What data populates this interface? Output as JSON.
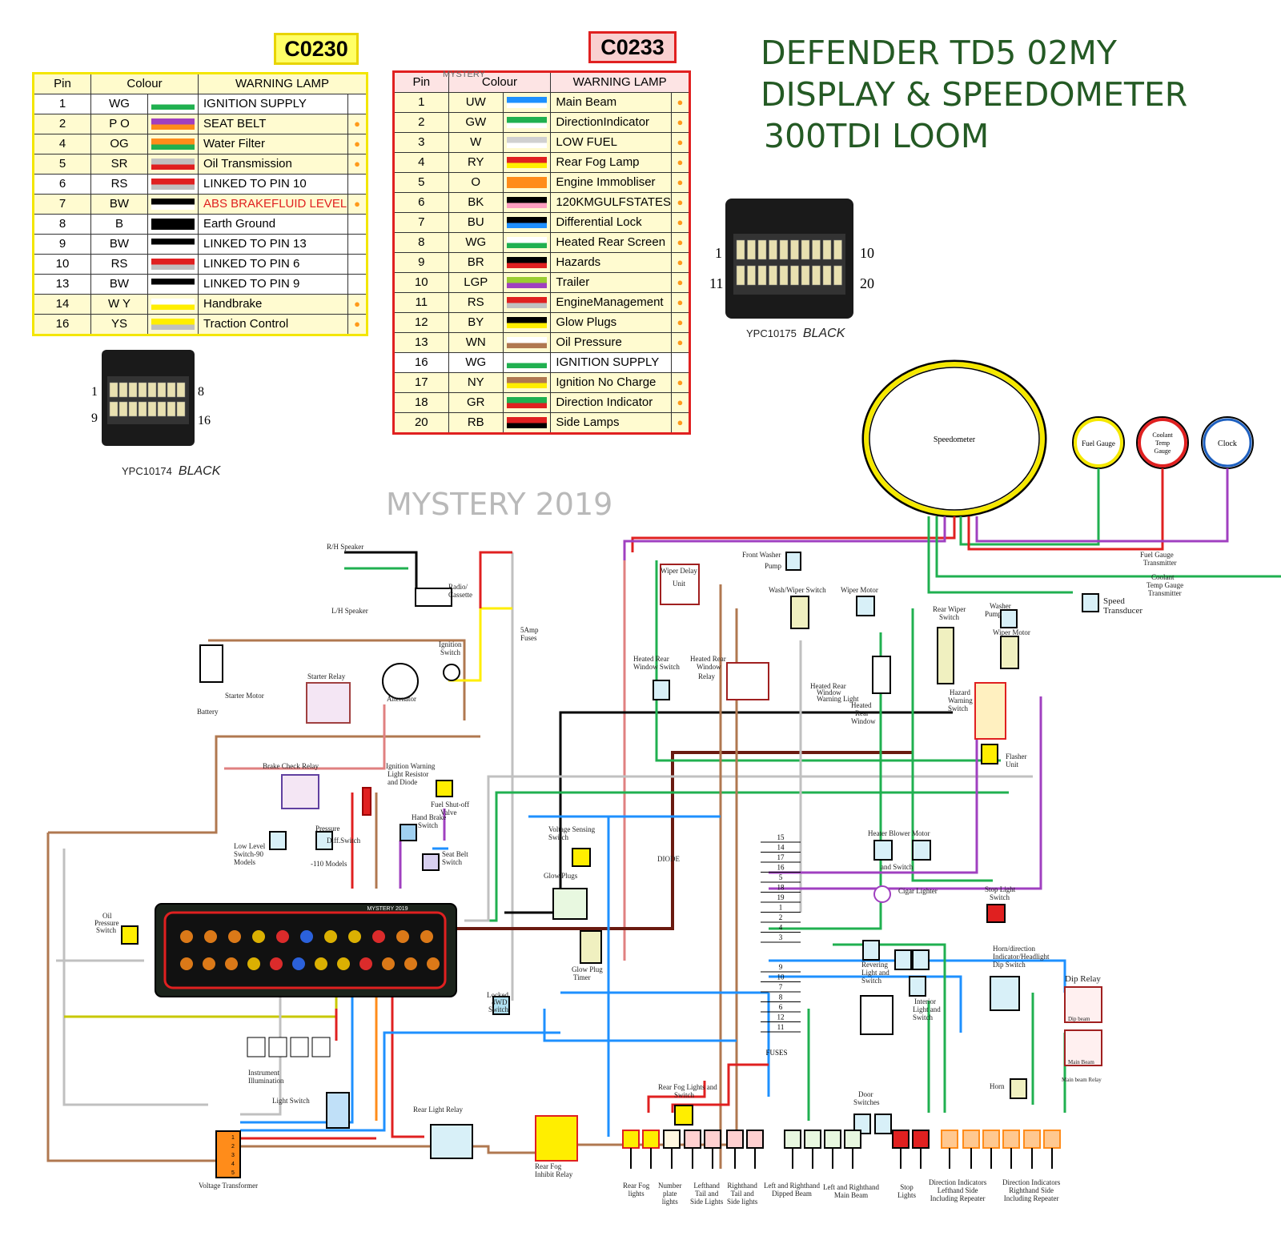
{
  "title": {
    "line1": "DEFENDER TD5 02MY",
    "line2": "DISPLAY & SPEEDOMETER",
    "line3": "300TDI LOOM"
  },
  "watermark": "MYSTERY 2019",
  "colors": {
    "title_green": "#245a24",
    "c0230_border": "#f3e600",
    "c0233_border": "#e02020"
  },
  "c0230": {
    "name": "C0230",
    "headers": {
      "pin": "Pin",
      "colour": "Colour",
      "lamp": "WARNING LAMP"
    },
    "rows": [
      {
        "pin": "1",
        "colour": "WG",
        "lamp": "IGNITION SUPPLY",
        "c1": "#ffffff",
        "c2": "#20b050",
        "icon": ""
      },
      {
        "pin": "2",
        "colour": "P O",
        "lamp": "SEAT BELT",
        "c1": "#a040c0",
        "c2": "#ff8c1a",
        "icon": "seatbelt-icon"
      },
      {
        "pin": "4",
        "colour": "OG",
        "lamp": "Water Filter",
        "c1": "#ff8c1a",
        "c2": "#20b050",
        "icon": "water-filter-icon"
      },
      {
        "pin": "5",
        "colour": "SR",
        "lamp": "Oil Transmission",
        "c1": "#c0c0c0",
        "c2": "#e02020",
        "icon": "transmission-icon"
      },
      {
        "pin": "6",
        "colour": "RS",
        "lamp": "LINKED TO PIN 10",
        "c1": "#e02020",
        "c2": "#c0c0c0",
        "icon": ""
      },
      {
        "pin": "7",
        "colour": "BW",
        "lamp": "ABS BRAKEFLUID LEVEL",
        "c1": "#000000",
        "c2": "#ffffff",
        "icon": "abs-icon",
        "red": true
      },
      {
        "pin": "8",
        "colour": "B",
        "lamp": "Earth Ground",
        "c1": "#000000",
        "c2": "#000000",
        "icon": ""
      },
      {
        "pin": "9",
        "colour": "BW",
        "lamp": "LINKED TO PIN 13",
        "c1": "#000000",
        "c2": "#ffffff",
        "icon": ""
      },
      {
        "pin": "10",
        "colour": "RS",
        "lamp": "LINKED TO PIN 6",
        "c1": "#e02020",
        "c2": "#c0c0c0",
        "icon": ""
      },
      {
        "pin": "13",
        "colour": "BW",
        "lamp": "LINKED TO PIN 9",
        "c1": "#000000",
        "c2": "#ffffff",
        "icon": ""
      },
      {
        "pin": "14",
        "colour": "W Y",
        "lamp": "Handbrake",
        "c1": "#ffffff",
        "c2": "#ffee00",
        "icon": "handbrake-icon"
      },
      {
        "pin": "16",
        "colour": "YS",
        "lamp": "Traction Control",
        "c1": "#ffee00",
        "c2": "#c0c0c0",
        "icon": "traction-icon"
      }
    ],
    "connector_part": "YPC10174",
    "connector_colour": "BLACK",
    "pin_labels": [
      "1",
      "8",
      "9",
      "16"
    ]
  },
  "c0233": {
    "name": "C0233",
    "headers": {
      "pin": "Pin",
      "colour": "Colour",
      "lamp": "WARNING LAMP",
      "overlay": "MYSTERY"
    },
    "rows": [
      {
        "pin": "1",
        "colour": "UW",
        "lamp": "Main Beam",
        "c1": "#1e90ff",
        "c2": "#ffffff",
        "icon": "main-beam-icon"
      },
      {
        "pin": "2",
        "colour": "GW",
        "lamp": "DirectionIndicator",
        "c1": "#20b050",
        "c2": "#ffffff",
        "icon": "arrow-right-icon"
      },
      {
        "pin": "3",
        "colour": "W",
        "lamp": "LOW FUEL",
        "c1": "#d0d0d0",
        "c2": "#ffffff",
        "icon": "fuel-icon"
      },
      {
        "pin": "4",
        "colour": "RY",
        "lamp": "Rear Fog Lamp",
        "c1": "#e02020",
        "c2": "#ffee00",
        "icon": "rear-fog-icon"
      },
      {
        "pin": "5",
        "colour": "O",
        "lamp": "Engine Immobliser",
        "c1": "#ff8c1a",
        "c2": "#ff8c1a",
        "icon": "immobiliser-icon"
      },
      {
        "pin": "6",
        "colour": "BK",
        "lamp": "120KMGULFSTATES",
        "c1": "#000000",
        "c2": "#ff9ec0",
        "icon": "speed-120-icon"
      },
      {
        "pin": "7",
        "colour": "BU",
        "lamp": "Differential Lock",
        "c1": "#000000",
        "c2": "#1e90ff",
        "icon": "diff-lock-icon"
      },
      {
        "pin": "8",
        "colour": "WG",
        "lamp": "Heated Rear Screen",
        "c1": "#ffffff",
        "c2": "#20b050",
        "icon": "heated-screen-icon"
      },
      {
        "pin": "9",
        "colour": "BR",
        "lamp": "Hazards",
        "c1": "#000000",
        "c2": "#e02020",
        "icon": "hazard-icon"
      },
      {
        "pin": "10",
        "colour": "LGP",
        "lamp": "Trailer",
        "c1": "#9acd32",
        "c2": "#a040c0",
        "icon": "trailer-icon"
      },
      {
        "pin": "11",
        "colour": "RS",
        "lamp": "EngineManagement",
        "c1": "#e02020",
        "c2": "#c0c0c0",
        "icon": "engine-icon"
      },
      {
        "pin": "12",
        "colour": "BY",
        "lamp": "Glow Plugs",
        "c1": "#000000",
        "c2": "#ffee00",
        "icon": "glow-plug-icon"
      },
      {
        "pin": "13",
        "colour": "WN",
        "lamp": "Oil Pressure",
        "c1": "#ffffff",
        "c2": "#b07850",
        "icon": "oil-can-icon"
      },
      {
        "pin": "16",
        "colour": "WG",
        "lamp": "IGNITION SUPPLY",
        "c1": "#ffffff",
        "c2": "#20b050",
        "icon": ""
      },
      {
        "pin": "17",
        "colour": "NY",
        "lamp": "Ignition No Charge",
        "c1": "#b07850",
        "c2": "#ffee00",
        "icon": "battery-icon"
      },
      {
        "pin": "18",
        "colour": "GR",
        "lamp": "Direction Indicator",
        "c1": "#20b050",
        "c2": "#e02020",
        "icon": "arrow-left-icon"
      },
      {
        "pin": "20",
        "colour": "RB",
        "lamp": "Side Lamps",
        "c1": "#e02020",
        "c2": "#000000",
        "icon": "side-lamp-icon"
      }
    ],
    "connector_part": "YPC10175",
    "connector_colour": "BLACK",
    "pin_labels": [
      "1",
      "10",
      "11",
      "20"
    ]
  },
  "instruments": {
    "speedometer": "Speedometer",
    "fuel_gauge": "Fuel Gauge",
    "coolant_line1": "Coolant",
    "coolant_line2": "Temp",
    "coolant_line3": "Gauge",
    "clock": "Clock",
    "fuel_transmitter_1": "Fuel Gauge",
    "fuel_transmitter_2": "Transmitter",
    "coolant_transmitter_1": "Coolant",
    "coolant_transmitter_2": "Temp  Gauge",
    "coolant_transmitter_3": "Transmitter",
    "speed_transducer_1": "Speed",
    "speed_transducer_2": "Transducer"
  },
  "components": {
    "rh_speaker": "R/H Speaker",
    "lh_speaker": "L/H Speaker",
    "radio_1": "Radio/",
    "radio_2": "Cassette",
    "fuses_5amp_1": "5Amp",
    "fuses_5amp_2": "Fuses",
    "ignition_switch_1": "Ignition",
    "ignition_switch_2": "Switch",
    "battery": "Battery",
    "starter_motor": "Starter Motor",
    "starter_relay": "Starter Relay",
    "alternator": "Alternator",
    "brake_check_relay": "Brake  Check Relay",
    "ign_warning_1": "Ignition Warning",
    "ign_warning_2": "Light Resistor",
    "ign_warning_3": "and Diode",
    "fuel_shutoff_1": "Fuel Shut-off",
    "fuel_shutoff_2": "Valve",
    "hand_brake_1": "Hand Brake",
    "hand_brake_2": "Switch",
    "seat_belt_1": "Seat Belt",
    "seat_belt_2": "Switch",
    "low_level_1": "Low Level",
    "low_level_2": "Switch-90",
    "low_level_3": "Models",
    "pressure_1": "Pressure",
    "pressure_2": "Diff.Switch",
    "pressure_3": "-110  Models",
    "oil_pressure_1": "Oil",
    "oil_pressure_2": "Pressure",
    "oil_pressure_3": "Switch",
    "cluster_label": "MYSTERY 2019",
    "voltage_sensing_1": "Voltage Sensing",
    "voltage_sensing_2": "Switch",
    "glow_plugs": "Glow Plugs",
    "glow_timer_1": "Glow Plug",
    "glow_timer_2": "Timer",
    "diode": "DIODE",
    "locked_4wd_1": "Locked",
    "locked_4wd_2": "4WD",
    "locked_4wd_3": "Switch",
    "instrument_illum_1": "Instrument",
    "instrument_illum_2": "Illumination",
    "light_switch": "Light Switch",
    "voltage_transformer": "Voltage Transformer",
    "rear_light_relay": "Rear Light Relay",
    "rear_fog_switch_1": "Rear Fog Lights and",
    "rear_fog_switch_2": "Switch",
    "rear_fog_inhibit_1": "Rear Fog",
    "rear_fog_inhibit_2": "Inhibit Relay",
    "wiper_delay_1": "Wiper Delay",
    "wiper_delay_2": "Unit",
    "front_washer_1": "Front Washer",
    "front_washer_2": "Pump",
    "wash_wiper_switch": "Wash/Wiper Switch",
    "wiper_motor": "Wiper Motor",
    "rear_wiper_1": "Rear Wiper",
    "rear_wiper_2": "Switch",
    "washer_pump_1": "Washer",
    "washer_pump_2": "Pump",
    "rear_wiper_motor": "Wiper Motor",
    "hrw_switch_1": "Heated Rear",
    "hrw_switch_2": "Window Switch",
    "hrw_relay_1": "Heated Rear",
    "hrw_relay_2": "Window",
    "hrw_relay_3": "Relay",
    "hrw_warn_1": "Heated Rear",
    "hrw_warn_2": "Window",
    "hrw_warn_3": "Warning Light",
    "hrw_1": "Heated",
    "hrw_2": "Rear",
    "hrw_3": "Window",
    "hazard_switch_1": "Hazard",
    "hazard_switch_2": "Warning",
    "hazard_switch_3": "Switch",
    "flasher_1": "Flasher",
    "flasher_2": "Unit",
    "heater_blower_1": "Heater Blower Motor",
    "heater_blower_2": "and Switch",
    "cigar_lighter": "Cigar Lighter",
    "stop_light_switch_1": "Stop Light",
    "stop_light_switch_2": "Switch",
    "reversing_1": "Revering",
    "reversing_2": "Light and",
    "reversing_3": "Switch",
    "interior_1": "Interior",
    "interior_2": "Light and",
    "interior_3": "Switch",
    "horn_dip_1": "Horn/direction",
    "horn_dip_2": "Indicator/Headlight",
    "horn_dip_3": "Dip Switch",
    "dip_relay": "Dip Relay",
    "dip_beam": "Dip beam",
    "main_beam": "Main Beam",
    "main_beam_relay": "Main beam Relay",
    "horn": "Horn",
    "door_switches_1": "Door",
    "door_switches_2": "Switches",
    "fuses": "FUSES"
  },
  "fuse_numbers_upper": [
    "15",
    "14",
    "17",
    "16",
    "5",
    "18",
    "19",
    "1",
    "2",
    "4",
    "3"
  ],
  "fuse_numbers_lower": [
    "9",
    "10",
    "7",
    "8",
    "6",
    "12",
    "11"
  ],
  "bottom_labels": [
    {
      "l1": "Rear Fog",
      "l2": "lights",
      "l3": ""
    },
    {
      "l1": "Number",
      "l2": "plate",
      "l3": "lights"
    },
    {
      "l1": "Lefthand",
      "l2": "Tail and",
      "l3": "Side Lights"
    },
    {
      "l1": "Righthand",
      "l2": "Tail and",
      "l3": "Side lights"
    },
    {
      "l1": "Left and Righthand",
      "l2": "Dipped Beam",
      "l3": ""
    },
    {
      "l1": "Left and Righthand",
      "l2": "Main Beam",
      "l3": ""
    },
    {
      "l1": "Stop",
      "l2": "Lights",
      "l3": ""
    },
    {
      "l1": "Direction Indicators",
      "l2": "Lefthand Side",
      "l3": "Including Repeater"
    },
    {
      "l1": "Direction Indicators",
      "l2": "Righthand Side",
      "l3": "Including Repeater"
    }
  ],
  "voltage_transformer_pins": [
    "1",
    "2",
    "3",
    "4",
    "5"
  ]
}
